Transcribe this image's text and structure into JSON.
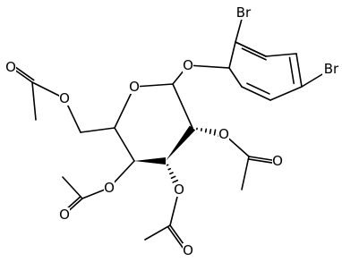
{
  "structure": {
    "atoms": [
      {
        "id": "Br1",
        "text": "Br"
      },
      {
        "id": "Br2",
        "text": "Br"
      },
      {
        "id": "O_ring",
        "text": "O"
      },
      {
        "id": "O_link",
        "text": "O"
      },
      {
        "id": "O6",
        "text": "O"
      },
      {
        "id": "O6c",
        "text": "O"
      },
      {
        "id": "O2",
        "text": "O"
      },
      {
        "id": "O2c",
        "text": "O"
      },
      {
        "id": "O4",
        "text": "O"
      },
      {
        "id": "O4c",
        "text": "O"
      },
      {
        "id": "O3",
        "text": "O"
      },
      {
        "id": "O3c",
        "text": "O"
      }
    ]
  }
}
